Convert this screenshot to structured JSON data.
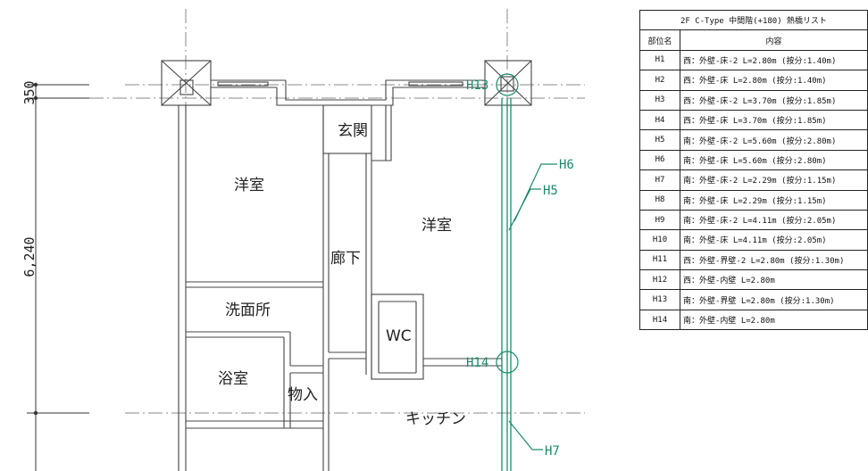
{
  "drawing": {
    "rooms": {
      "western_left": "洋室",
      "entrance": "玄関",
      "western_right": "洋室",
      "hallway": "廊下",
      "washroom": "洗面所",
      "wc": "WC",
      "bathroom": "浴室",
      "storage": "物入",
      "kitchen": "キッチン"
    },
    "dimensions": {
      "top": "350",
      "main": "6,240"
    },
    "tags": {
      "h13": "H13",
      "h14": "H14",
      "h5": "H5",
      "h6": "H6",
      "h7": "H7"
    },
    "colors": {
      "lines": "#555555",
      "leader": "#1a8a6a"
    }
  },
  "list": {
    "title": "2F C-Type 中間階(+180) 熱橋リスト",
    "col_id": "部位名",
    "col_content": "内容",
    "rows": [
      {
        "id": "H1",
        "content": "西：外壁-床-2 L=2.80m (按分:1.40m)"
      },
      {
        "id": "H2",
        "content": "西：外壁-床 L=2.80m (按分:1.40m)"
      },
      {
        "id": "H3",
        "content": "西：外壁-床-2 L=3.70m (按分:1.85m)"
      },
      {
        "id": "H4",
        "content": "西：外壁-床 L=3.70m (按分:1.85m)"
      },
      {
        "id": "H5",
        "content": "南：外壁-床-2 L=5.60m (按分:2.80m)"
      },
      {
        "id": "H6",
        "content": "南：外壁-床 L=5.60m (按分:2.80m)"
      },
      {
        "id": "H7",
        "content": "南：外壁-床-2 L=2.29m (按分:1.15m)"
      },
      {
        "id": "H8",
        "content": "南：外壁-床 L=2.29m (按分:1.15m)"
      },
      {
        "id": "H9",
        "content": "南：外壁-床-2 L=4.11m (按分:2.05m)"
      },
      {
        "id": "H10",
        "content": "南：外壁-床 L=4.11m (按分:2.05m)"
      },
      {
        "id": "H11",
        "content": "西：外壁-界壁-2 L=2.80m (按分:1.30m)"
      },
      {
        "id": "H12",
        "content": "西：外壁-内壁 L=2.80m"
      },
      {
        "id": "H13",
        "content": "南：外壁-界壁 L=2.80m (按分:1.30m)"
      },
      {
        "id": "H14",
        "content": "南：外壁-内壁 L=2.80m"
      }
    ]
  }
}
